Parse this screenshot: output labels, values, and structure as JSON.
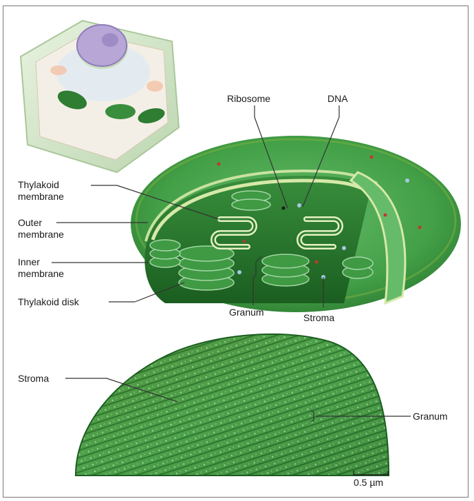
{
  "labels": {
    "ribosome": "Ribosome",
    "dna": "DNA",
    "thylakoid_membrane": "Thylakoid membrane",
    "outer_membrane": "Outer membrane",
    "inner_membrane": "Inner membrane",
    "thylakoid_disk": "Thylakoid disk",
    "granum_top": "Granum",
    "stroma_top": "Stroma",
    "stroma_bottom": "Stroma",
    "granum_bottom": "Granum",
    "scale_bar": "0.5 µm"
  },
  "colors": {
    "chloroplast_dark": "#2e7d32",
    "chloroplast_mid": "#4caf50",
    "chloroplast_light": "#8bc34a",
    "membrane_rim": "#d6e9a8",
    "cell_wall": "#cfe3c4",
    "nucleus": "#b7a6d6",
    "leader_line": "#333333"
  },
  "icons": [
    "plant-cell-illustration",
    "chloroplast-cutaway-illustration",
    "chloroplast-micrograph"
  ]
}
